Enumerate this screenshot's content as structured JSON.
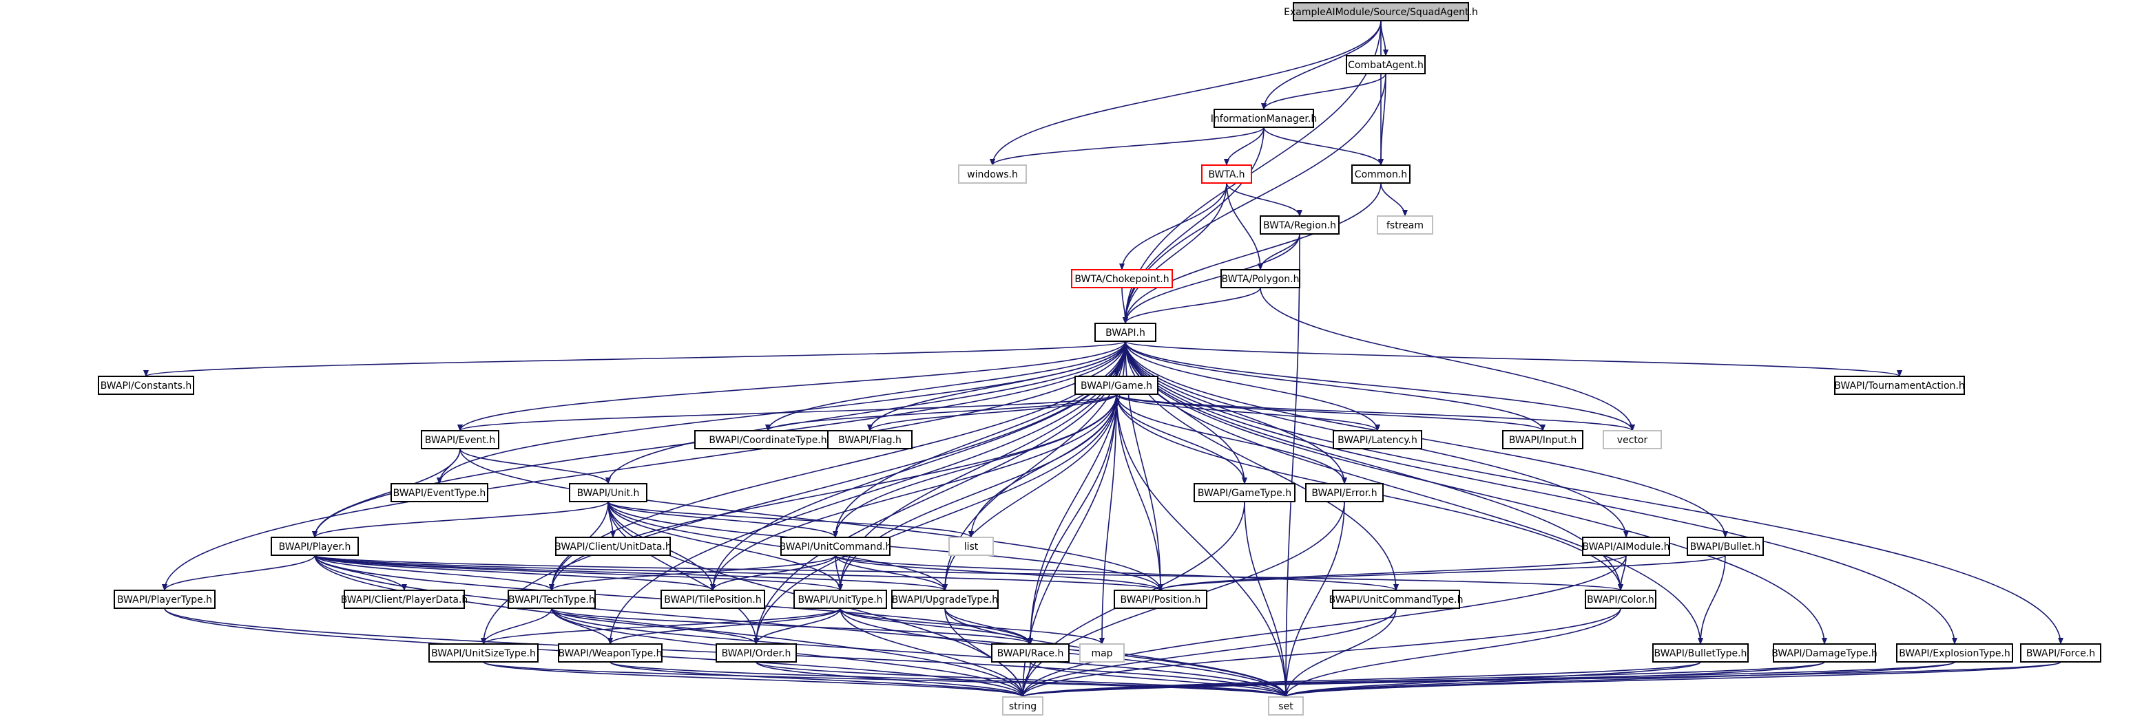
{
  "colors": {
    "edge": "#191970",
    "node_border": "#000000",
    "node_fill": "#ffffff",
    "root_fill": "#bfbfbf",
    "root_border": "#000000",
    "red_border": "#ff0000",
    "external_border": "#bfbfbf",
    "text": "#000000"
  },
  "nodes": [
    {
      "id": "squad",
      "label": "ExampleAIModule/Source/SquadAgent.h",
      "style": "root"
    },
    {
      "id": "combat",
      "label": "CombatAgent.h",
      "style": "normal"
    },
    {
      "id": "info",
      "label": "InformationManager.h",
      "style": "normal"
    },
    {
      "id": "windows",
      "label": "windows.h",
      "style": "external"
    },
    {
      "id": "bwta",
      "label": "BWTA.h",
      "style": "red"
    },
    {
      "id": "common",
      "label": "Common.h",
      "style": "normal"
    },
    {
      "id": "fstream",
      "label": "fstream",
      "style": "external"
    },
    {
      "id": "region",
      "label": "BWTA/Region.h",
      "style": "normal"
    },
    {
      "id": "choke",
      "label": "BWTA/Chokepoint.h",
      "style": "red"
    },
    {
      "id": "polygon",
      "label": "BWTA/Polygon.h",
      "style": "normal"
    },
    {
      "id": "bwapi",
      "label": "BWAPI.h",
      "style": "normal"
    },
    {
      "id": "constants",
      "label": "BWAPI/Constants.h",
      "style": "normal"
    },
    {
      "id": "game",
      "label": "BWAPI/Game.h",
      "style": "normal"
    },
    {
      "id": "tourn",
      "label": "BWAPI/TournamentAction.h",
      "style": "normal"
    },
    {
      "id": "event",
      "label": "BWAPI/Event.h",
      "style": "normal"
    },
    {
      "id": "coord",
      "label": "BWAPI/CoordinateType.h",
      "style": "normal"
    },
    {
      "id": "flag",
      "label": "BWAPI/Flag.h",
      "style": "normal"
    },
    {
      "id": "latency",
      "label": "BWAPI/Latency.h",
      "style": "normal"
    },
    {
      "id": "input",
      "label": "BWAPI/Input.h",
      "style": "normal"
    },
    {
      "id": "vector",
      "label": "vector",
      "style": "external"
    },
    {
      "id": "eventtype",
      "label": "BWAPI/EventType.h",
      "style": "normal"
    },
    {
      "id": "unit",
      "label": "BWAPI/Unit.h",
      "style": "normal"
    },
    {
      "id": "gametype",
      "label": "BWAPI/GameType.h",
      "style": "normal"
    },
    {
      "id": "error",
      "label": "BWAPI/Error.h",
      "style": "normal"
    },
    {
      "id": "list",
      "label": "list",
      "style": "external"
    },
    {
      "id": "player",
      "label": "BWAPI/Player.h",
      "style": "normal"
    },
    {
      "id": "unitdata",
      "label": "BWAPI/Client/UnitData.h",
      "style": "normal"
    },
    {
      "id": "unitcmd",
      "label": "BWAPI/UnitCommand.h",
      "style": "normal"
    },
    {
      "id": "aimodule",
      "label": "BWAPI/AIModule.h",
      "style": "normal"
    },
    {
      "id": "bullet",
      "label": "BWAPI/Bullet.h",
      "style": "normal"
    },
    {
      "id": "playertype",
      "label": "BWAPI/PlayerType.h",
      "style": "normal"
    },
    {
      "id": "playerdata",
      "label": "BWAPI/Client/PlayerData.h",
      "style": "normal"
    },
    {
      "id": "techtype",
      "label": "BWAPI/TechType.h",
      "style": "normal"
    },
    {
      "id": "tilepos",
      "label": "BWAPI/TilePosition.h",
      "style": "normal"
    },
    {
      "id": "unittype",
      "label": "BWAPI/UnitType.h",
      "style": "normal"
    },
    {
      "id": "upgrade",
      "label": "BWAPI/UpgradeType.h",
      "style": "normal"
    },
    {
      "id": "position",
      "label": "BWAPI/Position.h",
      "style": "normal"
    },
    {
      "id": "ucmdtype",
      "label": "BWAPI/UnitCommandType.h",
      "style": "normal"
    },
    {
      "id": "color",
      "label": "BWAPI/Color.h",
      "style": "normal"
    },
    {
      "id": "unitsize",
      "label": "BWAPI/UnitSizeType.h",
      "style": "normal"
    },
    {
      "id": "weapon",
      "label": "BWAPI/WeaponType.h",
      "style": "normal"
    },
    {
      "id": "order",
      "label": "BWAPI/Order.h",
      "style": "normal"
    },
    {
      "id": "race",
      "label": "BWAPI/Race.h",
      "style": "normal"
    },
    {
      "id": "map",
      "label": "map",
      "style": "external"
    },
    {
      "id": "bullettype",
      "label": "BWAPI/BulletType.h",
      "style": "normal"
    },
    {
      "id": "damage",
      "label": "BWAPI/DamageType.h",
      "style": "normal"
    },
    {
      "id": "explosion",
      "label": "BWAPI/ExplosionType.h",
      "style": "normal"
    },
    {
      "id": "force",
      "label": "BWAPI/Force.h",
      "style": "normal"
    },
    {
      "id": "string",
      "label": "string",
      "style": "external"
    },
    {
      "id": "set",
      "label": "set",
      "style": "external"
    }
  ],
  "edges": [
    [
      "squad",
      "combat"
    ],
    [
      "squad",
      "info"
    ],
    [
      "squad",
      "windows"
    ],
    [
      "squad",
      "common"
    ],
    [
      "squad",
      "bwapi"
    ],
    [
      "combat",
      "info"
    ],
    [
      "combat",
      "common"
    ],
    [
      "combat",
      "bwapi"
    ],
    [
      "info",
      "windows"
    ],
    [
      "info",
      "bwta"
    ],
    [
      "info",
      "common"
    ],
    [
      "info",
      "bwapi"
    ],
    [
      "common",
      "fstream"
    ],
    [
      "common",
      "bwapi"
    ],
    [
      "bwta",
      "region"
    ],
    [
      "bwta",
      "choke"
    ],
    [
      "bwta",
      "polygon"
    ],
    [
      "bwta",
      "bwapi"
    ],
    [
      "region",
      "polygon"
    ],
    [
      "region",
      "bwapi"
    ],
    [
      "region",
      "set"
    ],
    [
      "choke",
      "bwapi"
    ],
    [
      "polygon",
      "bwapi"
    ],
    [
      "polygon",
      "vector"
    ],
    [
      "bwapi",
      "constants"
    ],
    [
      "bwapi",
      "game"
    ],
    [
      "bwapi",
      "tourn"
    ],
    [
      "bwapi",
      "event"
    ],
    [
      "bwapi",
      "eventtype"
    ],
    [
      "bwapi",
      "coord"
    ],
    [
      "bwapi",
      "flag"
    ],
    [
      "bwapi",
      "latency"
    ],
    [
      "bwapi",
      "input"
    ],
    [
      "bwapi",
      "vector"
    ],
    [
      "bwapi",
      "unit"
    ],
    [
      "bwapi",
      "gametype"
    ],
    [
      "bwapi",
      "error"
    ],
    [
      "bwapi",
      "player"
    ],
    [
      "bwapi",
      "playertype"
    ],
    [
      "bwapi",
      "unitcmd"
    ],
    [
      "bwapi",
      "aimodule"
    ],
    [
      "bwapi",
      "bullet"
    ],
    [
      "bwapi",
      "techtype"
    ],
    [
      "bwapi",
      "tilepos"
    ],
    [
      "bwapi",
      "unittype"
    ],
    [
      "bwapi",
      "upgrade"
    ],
    [
      "bwapi",
      "position"
    ],
    [
      "bwapi",
      "ucmdtype"
    ],
    [
      "bwapi",
      "color"
    ],
    [
      "bwapi",
      "unitsize"
    ],
    [
      "bwapi",
      "weapon"
    ],
    [
      "bwapi",
      "order"
    ],
    [
      "bwapi",
      "race"
    ],
    [
      "bwapi",
      "bullettype"
    ],
    [
      "bwapi",
      "damage"
    ],
    [
      "bwapi",
      "explosion"
    ],
    [
      "bwapi",
      "force"
    ],
    [
      "game",
      "event"
    ],
    [
      "game",
      "coord"
    ],
    [
      "game",
      "flag"
    ],
    [
      "game",
      "latency"
    ],
    [
      "game",
      "input"
    ],
    [
      "game",
      "vector"
    ],
    [
      "game",
      "gametype"
    ],
    [
      "game",
      "error"
    ],
    [
      "game",
      "list"
    ],
    [
      "game",
      "techtype"
    ],
    [
      "game",
      "tilepos"
    ],
    [
      "game",
      "unittype"
    ],
    [
      "game",
      "upgrade"
    ],
    [
      "game",
      "position"
    ],
    [
      "game",
      "color"
    ],
    [
      "game",
      "order"
    ],
    [
      "game",
      "race"
    ],
    [
      "game",
      "map"
    ],
    [
      "game",
      "set"
    ],
    [
      "game",
      "string"
    ],
    [
      "game",
      "unitcmd"
    ],
    [
      "event",
      "eventtype"
    ],
    [
      "event",
      "unit"
    ],
    [
      "event",
      "player"
    ],
    [
      "event",
      "position"
    ],
    [
      "unit",
      "unitdata"
    ],
    [
      "unit",
      "unitcmd"
    ],
    [
      "unit",
      "list"
    ],
    [
      "unit",
      "player"
    ],
    [
      "unit",
      "techtype"
    ],
    [
      "unit",
      "tilepos"
    ],
    [
      "unit",
      "unittype"
    ],
    [
      "unit",
      "upgrade"
    ],
    [
      "unit",
      "position"
    ],
    [
      "unit",
      "order"
    ],
    [
      "unit",
      "string"
    ],
    [
      "player",
      "playertype"
    ],
    [
      "player",
      "playerdata"
    ],
    [
      "player",
      "techtype"
    ],
    [
      "player",
      "tilepos"
    ],
    [
      "player",
      "unittype"
    ],
    [
      "player",
      "upgrade"
    ],
    [
      "player",
      "position"
    ],
    [
      "player",
      "color"
    ],
    [
      "player",
      "race"
    ],
    [
      "player",
      "string"
    ],
    [
      "player",
      "set"
    ],
    [
      "unitcmd",
      "ucmdtype"
    ],
    [
      "unitcmd",
      "techtype"
    ],
    [
      "unitcmd",
      "tilepos"
    ],
    [
      "unitcmd",
      "unittype"
    ],
    [
      "unitcmd",
      "upgrade"
    ],
    [
      "unitcmd",
      "position"
    ],
    [
      "gametype",
      "string"
    ],
    [
      "gametype",
      "set"
    ],
    [
      "error",
      "string"
    ],
    [
      "error",
      "set"
    ],
    [
      "aimodule",
      "position"
    ],
    [
      "aimodule",
      "color"
    ],
    [
      "aimodule",
      "string"
    ],
    [
      "bullet",
      "position"
    ],
    [
      "bullet",
      "bullettype"
    ],
    [
      "playertype",
      "string"
    ],
    [
      "playertype",
      "set"
    ],
    [
      "techtype",
      "weapon"
    ],
    [
      "techtype",
      "order"
    ],
    [
      "techtype",
      "race"
    ],
    [
      "techtype",
      "unitsize"
    ],
    [
      "techtype",
      "string"
    ],
    [
      "techtype",
      "set"
    ],
    [
      "unittype",
      "race"
    ],
    [
      "unittype",
      "unitsize"
    ],
    [
      "unittype",
      "weapon"
    ],
    [
      "unittype",
      "order"
    ],
    [
      "unittype",
      "map"
    ],
    [
      "unittype",
      "string"
    ],
    [
      "unittype",
      "set"
    ],
    [
      "upgrade",
      "race"
    ],
    [
      "upgrade",
      "string"
    ],
    [
      "upgrade",
      "set"
    ],
    [
      "ucmdtype",
      "string"
    ],
    [
      "ucmdtype",
      "set"
    ],
    [
      "color",
      "string"
    ],
    [
      "color",
      "set"
    ],
    [
      "unitsize",
      "string"
    ],
    [
      "unitsize",
      "set"
    ],
    [
      "weapon",
      "string"
    ],
    [
      "weapon",
      "set"
    ],
    [
      "order",
      "string"
    ],
    [
      "order",
      "set"
    ],
    [
      "race",
      "string"
    ],
    [
      "race",
      "set"
    ],
    [
      "bullettype",
      "string"
    ],
    [
      "bullettype",
      "set"
    ],
    [
      "damage",
      "string"
    ],
    [
      "damage",
      "set"
    ],
    [
      "explosion",
      "string"
    ],
    [
      "explosion",
      "set"
    ],
    [
      "force",
      "string"
    ],
    [
      "force",
      "set"
    ]
  ]
}
